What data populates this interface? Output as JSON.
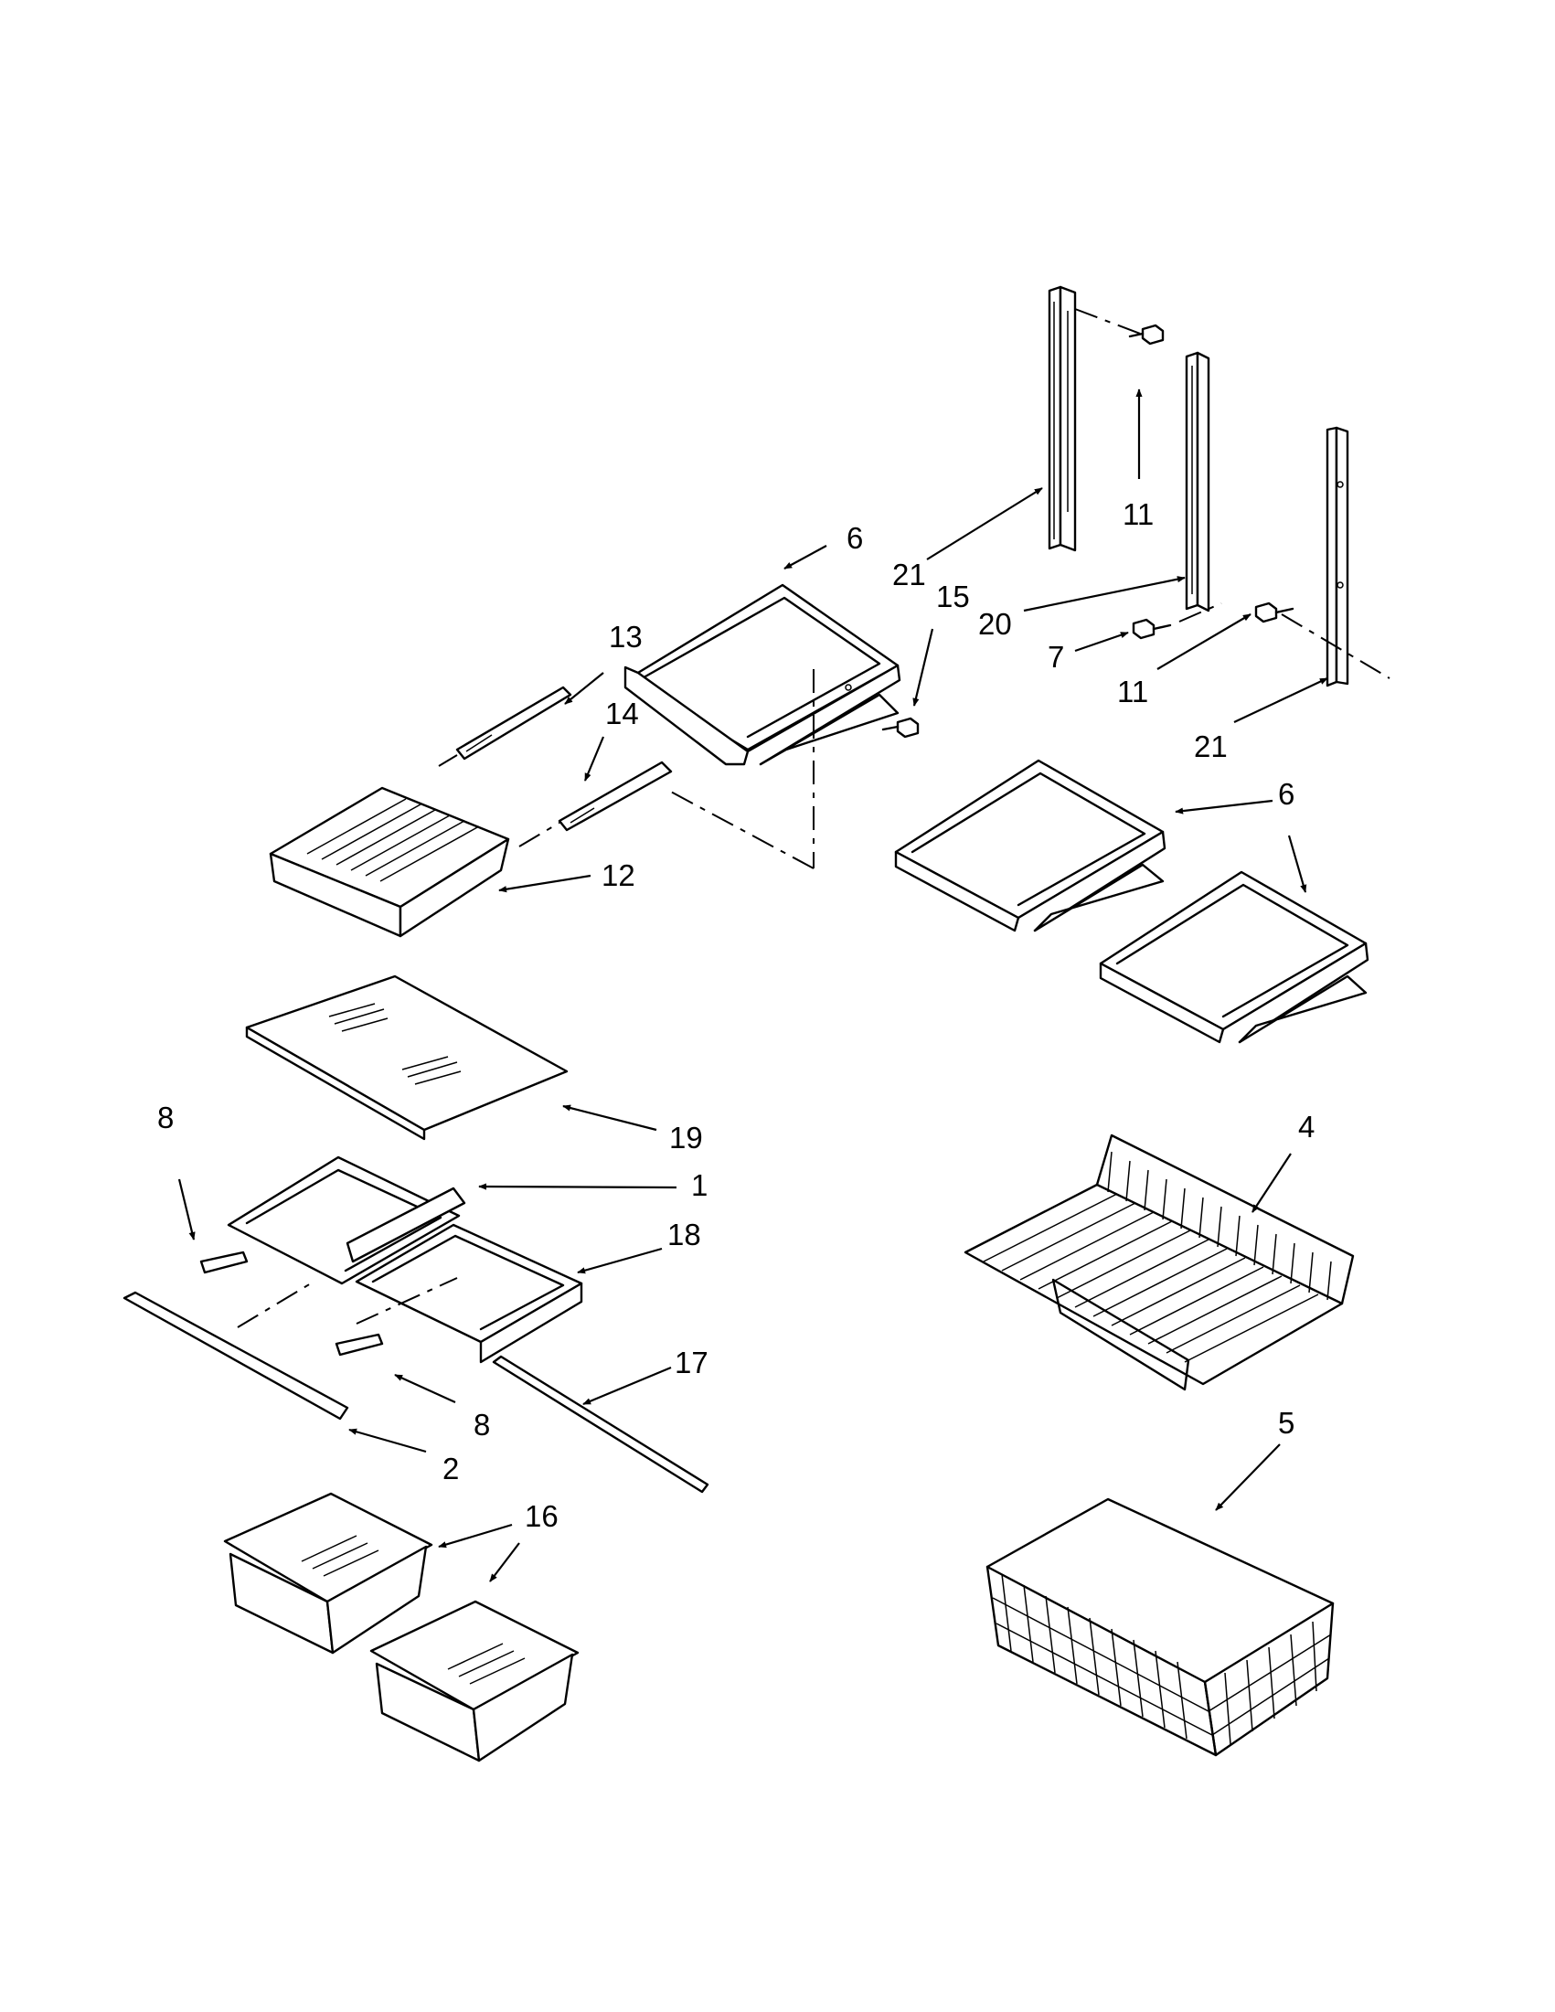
{
  "callouts": [
    {
      "id": "c13",
      "label": "13"
    },
    {
      "id": "c14",
      "label": "14"
    },
    {
      "id": "c12",
      "label": "12"
    },
    {
      "id": "c6a",
      "label": "6"
    },
    {
      "id": "c15",
      "label": "15"
    },
    {
      "id": "c21a",
      "label": "21"
    },
    {
      "id": "c11a",
      "label": "11"
    },
    {
      "id": "c20",
      "label": "20"
    },
    {
      "id": "c7",
      "label": "7"
    },
    {
      "id": "c11b",
      "label": "11"
    },
    {
      "id": "c21b",
      "label": "21"
    },
    {
      "id": "c6b",
      "label": "6"
    },
    {
      "id": "c19",
      "label": "19"
    },
    {
      "id": "c8a",
      "label": "8"
    },
    {
      "id": "c1",
      "label": "1"
    },
    {
      "id": "c18",
      "label": "18"
    },
    {
      "id": "c8b",
      "label": "8"
    },
    {
      "id": "c17",
      "label": "17"
    },
    {
      "id": "c2",
      "label": "2"
    },
    {
      "id": "c16",
      "label": "16"
    },
    {
      "id": "c4",
      "label": "4"
    },
    {
      "id": "c5",
      "label": "5"
    }
  ]
}
